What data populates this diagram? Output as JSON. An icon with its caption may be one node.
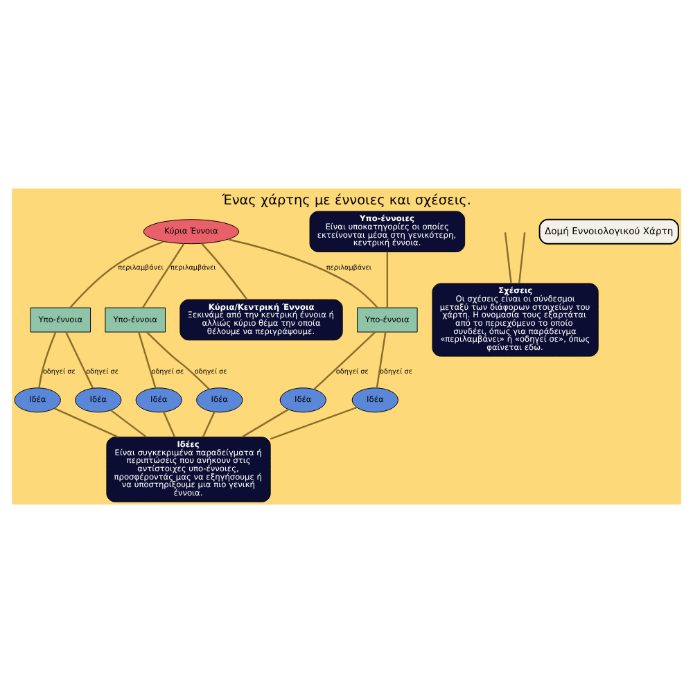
{
  "diagram": {
    "title": "Ένας χάρτης με έννοιες και σχέσεις.",
    "nodes": [
      {
        "text": [
          "Κύρια Έννοια"
        ]
      },
      {
        "text": [
          "Υπο-έννοια"
        ]
      },
      {
        "text": [
          "Υπο-έννοια"
        ]
      },
      {
        "text": [
          "Υπο-έννοια"
        ]
      },
      {
        "text": [
          "Ιδέα"
        ]
      },
      {
        "text": [
          "Ιδέα"
        ]
      },
      {
        "text": [
          "Ιδέα"
        ]
      },
      {
        "text": [
          "Ιδέα"
        ]
      },
      {
        "text": [
          "Ιδέα"
        ]
      },
      {
        "text": [
          "Ιδέα"
        ]
      },
      {
        "text": [
          "Κύρια/Κεντρική Έννοια",
          "Ξεκινάμε από την κεντρική έννοια ή αλλιώς κύριο θέμα την οποία θέλουμε να περιγράψουμε."
        ]
      },
      {
        "text": [
          "Υπο-έννοιες",
          "Είναι υποκατηγορίες οι οποίες εκτείνονται μέσα στη γενικότερη, κεντρική έννοια."
        ]
      },
      {
        "text": [
          "Ιδέες",
          "Είναι συγκεκριμένα παραδείγματα ή περιπτώσεις που ανήκουν στις αντίστοιχες υπο-έννοιες, προσφέροντάς μας να εξηγήσουμε ή να υποστηρίξουμε μια πιο γενική έννοια."
        ]
      },
      {
        "text": [
          "Σχέσεις",
          "Οι σχέσεις είναι οι σύνδεσμοι μεταξύ των διάφορων στοιχείων του χάρτη. Η ονομασία τους εξαρτάται από το περιεχόμενο το οποίο συνδέει, όπως για παράδειγμα «περιλαμβάνει» ή «οδηγεί σε», όπως φαίνεται εδώ."
        ]
      }
    ],
    "edges": [
      {
        "from": 0,
        "to": 1,
        "arrow": "none",
        "label": "περιλαμβάνει"
      },
      {
        "from": 0,
        "to": 2,
        "arrow": "none",
        "label": "περιλαμβάνει"
      },
      {
        "from": 0,
        "to": 3,
        "arrow": "none",
        "label": "περιλαμβάνει"
      },
      {
        "from": 1,
        "to": 4,
        "arrow": "none",
        "label": "οδηγεί σε"
      },
      {
        "from": 1,
        "to": 5,
        "arrow": "none",
        "label": "οδηγεί σε"
      },
      {
        "from": 2,
        "to": 6,
        "arrow": "none",
        "label": "οδηγεί σε"
      },
      {
        "from": 2,
        "to": 7,
        "arrow": "none",
        "label": "οδηγεί σε"
      },
      {
        "from": 3,
        "to": 8,
        "arrow": "none",
        "label": "οδηγεί σε"
      },
      {
        "from": 3,
        "to": 9,
        "arrow": "none",
        "label": "οδηγεί σε"
      },
      {
        "from": 0,
        "to": 10,
        "arrow": "none"
      },
      {
        "from": 11,
        "to": 1,
        "arrow": "none"
      },
      {
        "from": 4,
        "to": 12,
        "arrow": "none"
      },
      {
        "from": 5,
        "to": 12,
        "arrow": "none"
      },
      {
        "from": 6,
        "to": 12,
        "arrow": "none"
      },
      {
        "from": 7,
        "to": 12,
        "arrow": "none"
      },
      {
        "from": 8,
        "to": 12,
        "arrow": "none"
      },
      {
        "from": 9,
        "to": 12,
        "arrow": "none"
      },
      {
        "from": null,
        "to": 13,
        "arrow": "none"
      },
      {
        "from": null,
        "to": 13,
        "arrow": "none"
      }
    ],
    "labels": [
      "Δομή Εννοιολογικού Χάρτη"
    ]
  }
}
